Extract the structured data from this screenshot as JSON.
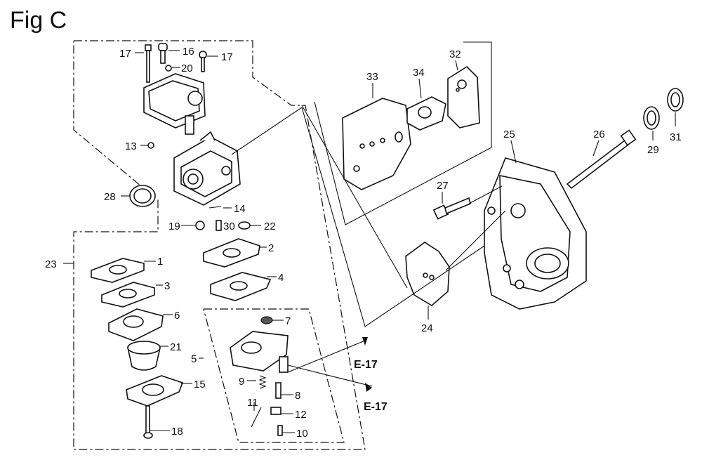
{
  "figure": {
    "title": "Fig C"
  },
  "callouts": {
    "c1": "1",
    "c2": "2",
    "c3": "3",
    "c4": "4",
    "c5": "5",
    "c6": "6",
    "c7": "7",
    "c8": "8",
    "c9": "9",
    "c10": "10",
    "c11": "11",
    "c12": "12",
    "c13": "13",
    "c14": "14",
    "c15": "15",
    "c16": "16",
    "c17a": "17",
    "c17b": "17",
    "c18": "18",
    "c19": "19",
    "c20": "20",
    "c21": "21",
    "c22": "22",
    "c23": "23",
    "c24": "24",
    "c25": "25",
    "c26": "26",
    "c27": "27",
    "c28": "28",
    "c29": "29",
    "c30": "30",
    "c31": "31",
    "c32": "32",
    "c33": "33",
    "c34": "34"
  },
  "references": {
    "ref1": "E-17",
    "ref2": "E-17"
  }
}
